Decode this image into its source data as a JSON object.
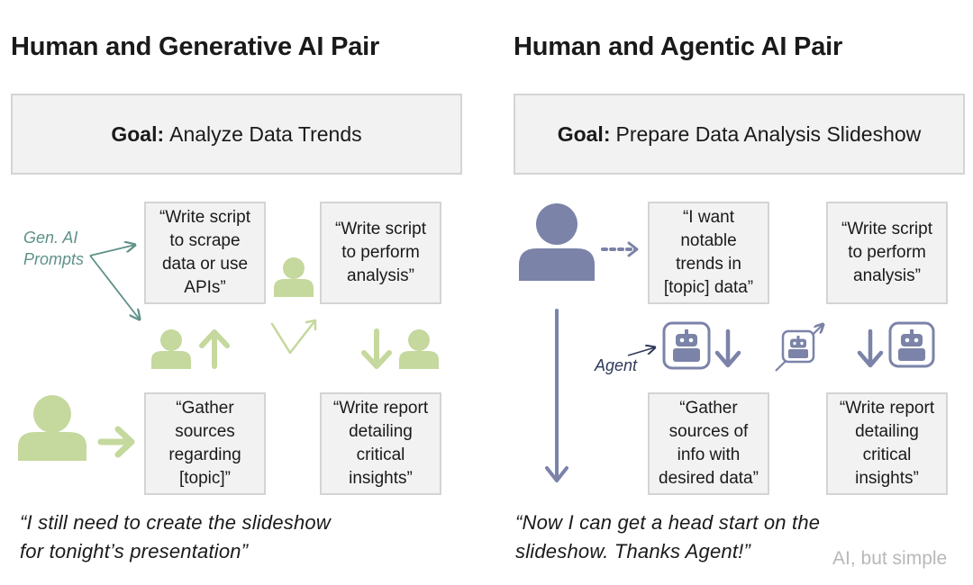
{
  "left": {
    "title": "Human and Generative AI Pair",
    "goal_label": "Goal:",
    "goal_text": "Analyze Data Trends",
    "annotation": [
      "Gen. AI",
      "Prompts"
    ],
    "cards": [
      {
        "lines": [
          "“Write script",
          "to scrape",
          "data or use",
          "APIs”"
        ]
      },
      {
        "lines": [
          "“Write script",
          "to perform",
          "analysis”"
        ]
      },
      {
        "lines": [
          "“Gather",
          "sources",
          "regarding",
          "[topic]”"
        ]
      },
      {
        "lines": [
          "“Write report",
          "detailing",
          "critical",
          "insights”"
        ]
      }
    ],
    "quote": [
      "“I still need to create the slideshow",
      "for tonight’s presentation”"
    ]
  },
  "right": {
    "title": "Human and Agentic AI Pair",
    "goal_label": "Goal:",
    "goal_text": "Prepare Data Analysis Slideshow",
    "annotation": "Agent",
    "cards": [
      {
        "lines": [
          "“I want",
          "notable",
          "trends in",
          "[topic] data”"
        ]
      },
      {
        "lines": [
          "“Write script",
          "to perform",
          "analysis”"
        ]
      },
      {
        "lines": [
          "“Gather",
          "sources of",
          "info with",
          "desired data”"
        ]
      },
      {
        "lines": [
          "“Write report",
          "detailing",
          "critical",
          "insights”"
        ]
      }
    ],
    "quote": [
      "“Now I can get a head start on the",
      "slideshow. Thanks Agent!”"
    ]
  },
  "watermark": "AI, but simple",
  "colors": {
    "green": "#c5d89d",
    "green_label": "#5f9189",
    "blue": "#7b83a8",
    "blue_dark": "#2f3a5a",
    "card_bg": "#f2f2f2",
    "card_border": "#d4d4d4"
  },
  "icons": [
    "person-icon",
    "arrow-icon",
    "robot-icon"
  ]
}
